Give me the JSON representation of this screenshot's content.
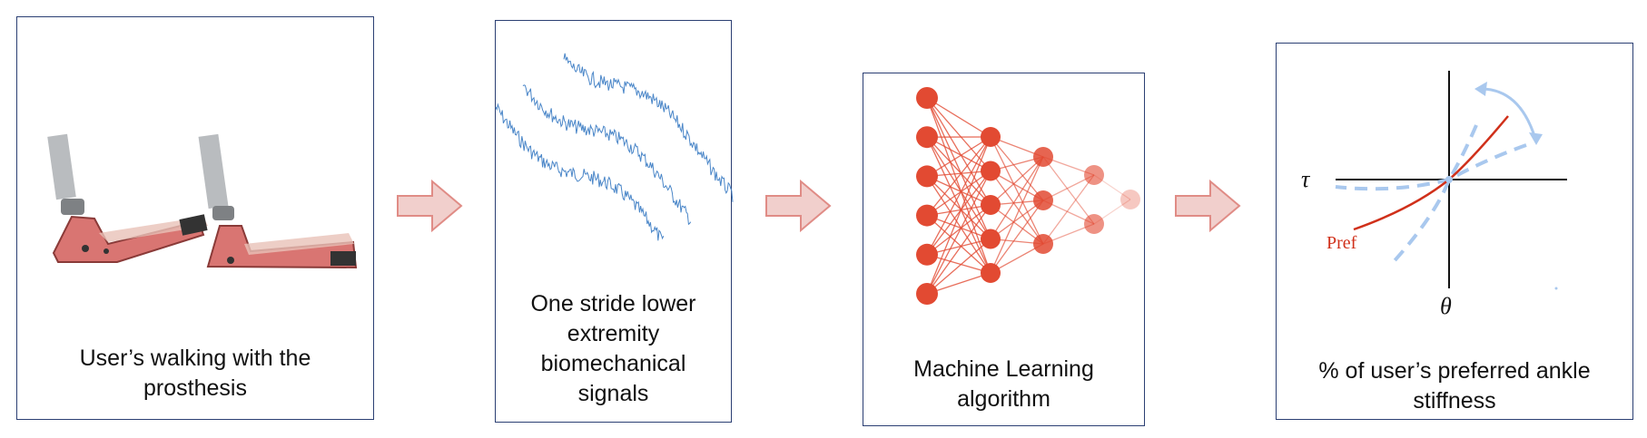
{
  "stages": [
    {
      "id": "walking",
      "caption_lines": [
        "User’s walking with the",
        "prosthesis"
      ]
    },
    {
      "id": "signals",
      "caption_lines": [
        "One stride lower",
        "extremity",
        "biomechanical",
        "signals"
      ]
    },
    {
      "id": "ml",
      "caption_lines": [
        "Machine Learning",
        "algorithm"
      ]
    },
    {
      "id": "stiffness",
      "caption_lines": [
        "% of user’s preferred ankle",
        "stiffness"
      ]
    }
  ],
  "stiffness_plot": {
    "y_axis_symbol": "τ",
    "x_axis_symbol": "θ",
    "curve_label": "Pref"
  },
  "network_layers": [
    6,
    5,
    3,
    2,
    1
  ],
  "colors": {
    "panel_border": "#2b3f73",
    "arrow_fill": "#f1cfcc",
    "arrow_stroke": "#e08c86",
    "signal": "#4a86c8",
    "node": "#e24a32",
    "pref_curve": "#d0301a",
    "dashed_curve": "#a9c8ee"
  }
}
